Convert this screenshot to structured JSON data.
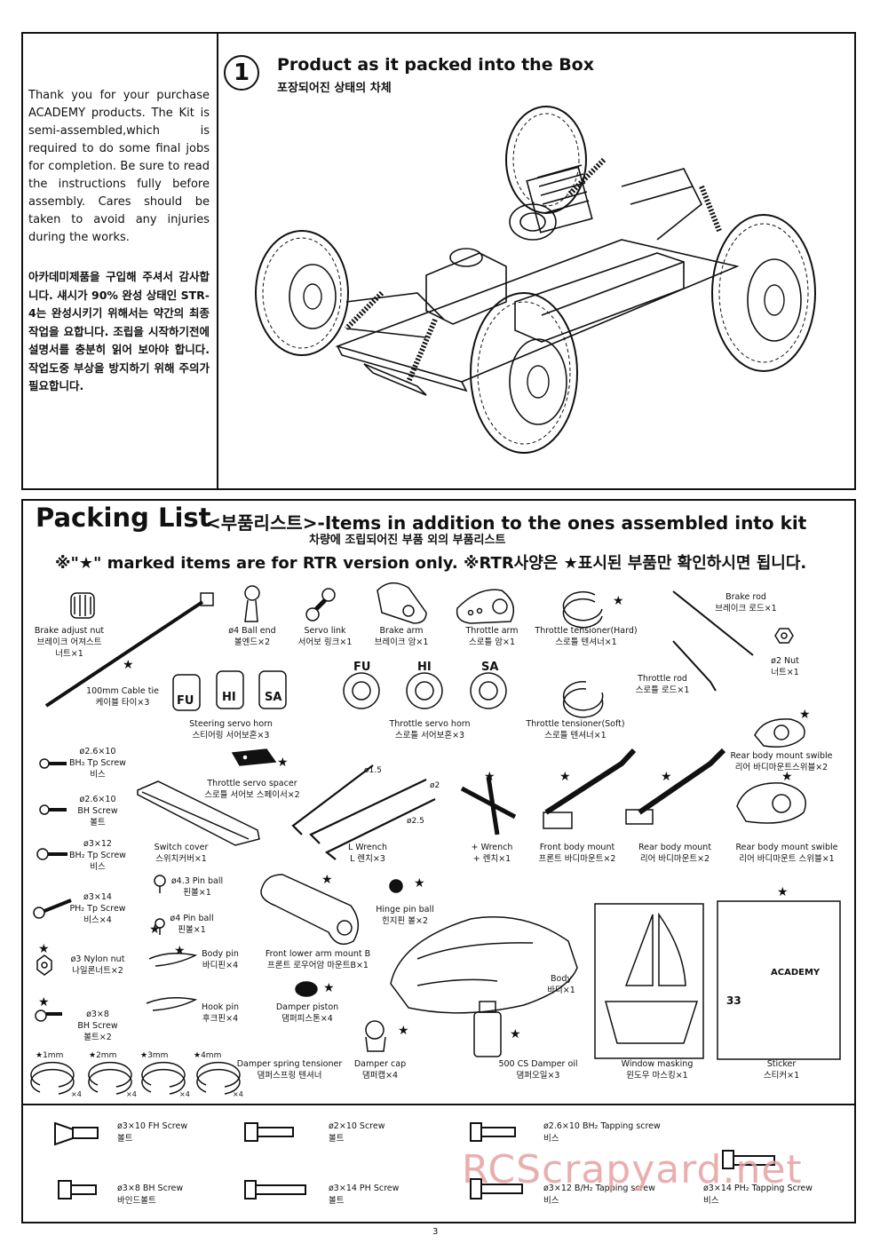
{
  "intro": {
    "en": "Thank you for your purchase ACADEMY products. The Kit is semi-assembled,which is required to do some final jobs for completion. Be sure to read the instructions fully before assembly. Cares should be taken to avoid any injuries during the works.",
    "ko": "아카데미제품을 구입해 주셔서 감사합니다. 섀시가 90% 완성 상태인 STR-4는 완성시키기 위해서는 약간의 최종작업을 요합니다. 조립을 시작하기전에 설명서를 충분히 읽어 보아야 합니다. 작업도중 부상을 방지하기 위해 주의가 필요합니다."
  },
  "step": {
    "number": "1",
    "title": "Product as it packed into the Box",
    "subtitle": "포장되어진 상태의 차체"
  },
  "packing": {
    "title": "Packing List",
    "subtitle": "<부품리스트>-Items in addition to the ones assembled into kit",
    "subtitle_ko": "차량에 조립되어진 부품 외의 부품리스트",
    "note": "※\"★\" marked items are for RTR version only. ※RTR사양은 ★표시된 부품만 확인하시면 됩니다."
  },
  "parts": [
    {
      "en": "Brake adjust nut",
      "ko": "브레이크 어져스트",
      "ko2": "너트×1"
    },
    {
      "en": "100mm Cable tie",
      "ko": "케이블 타이×3"
    },
    {
      "en": "ø4 Ball end",
      "ko": "볼엔드×2"
    },
    {
      "en": "Servo link",
      "ko": "서어보 링크×1"
    },
    {
      "en": "Brake arm",
      "ko": "브레이크 암×1"
    },
    {
      "en": "Throttle arm",
      "ko": "스로틀 암×1"
    },
    {
      "en": "Throttle tensioner(Hard)",
      "ko": "스로틀 텐셔너×1"
    },
    {
      "en": "Brake rod",
      "ko": "브레이크 로드×1"
    },
    {
      "en": "ø2 Nut",
      "ko": "너트×1"
    },
    {
      "en": "Throttle rod",
      "ko": "스로틀 로드×1"
    },
    {
      "en": "Steering servo horn",
      "ko": "스티어링 서어보혼×3"
    },
    {
      "en": "Throttle servo horn",
      "ko": "스로틀 서어보혼×3"
    },
    {
      "en": "Throttle tensioner(Soft)",
      "ko": "스로틀 텐셔너×1"
    },
    {
      "en": "Rear body mount swible",
      "ko": "리어 바디마운트스위블×2"
    },
    {
      "en": "ø2.6×10",
      "en2": "BH₂ Tp Screw",
      "ko": "비스"
    },
    {
      "en": "Throttle servo spacer",
      "ko": "스로틀 서어보 스페이서×2"
    },
    {
      "en": "ø2.6×10",
      "en2": "BH Screw",
      "ko": "볼트"
    },
    {
      "en": "ø3×12",
      "en2": "BH₂ Tp Screw",
      "ko": "비스"
    },
    {
      "en": "Switch cover",
      "ko": "스위치커버×1"
    },
    {
      "en": "L Wrench",
      "ko": "L 렌치×3"
    },
    {
      "en": "+ Wrench",
      "ko": "+ 렌치×1"
    },
    {
      "en": "Front body mount",
      "ko": "프론트 바디마운트×2"
    },
    {
      "en": "Rear body mount",
      "ko": "리어 바디마운트×2"
    },
    {
      "en": "Rear body mount swible",
      "ko": "리어 바디마운트 스위블×1"
    },
    {
      "en": "ø3×14",
      "en2": "PH₂ Tp Screw",
      "ko": "비스×4"
    },
    {
      "en": "ø4.3 Pin ball",
      "ko": "핀볼×1"
    },
    {
      "en": "ø4 Pin ball",
      "ko": "핀볼×1"
    },
    {
      "en": "Hinge pin ball",
      "ko": "힌지핀 볼×2"
    },
    {
      "en": "ø3 Nylon nut",
      "ko": "나일론너트×2"
    },
    {
      "en": "Body pin",
      "ko": "바디핀×4"
    },
    {
      "en": "Front lower arm mount B",
      "ko": "프론트 로우어암 마운트B×1"
    },
    {
      "en": "Body",
      "ko": "바디×1"
    },
    {
      "en": "ø3×8",
      "en2": "BH Screw",
      "ko": "볼트×2"
    },
    {
      "en": "Hook pin",
      "ko": "후크핀×4"
    },
    {
      "en": "Damper piston",
      "ko": "댐퍼피스톤×4"
    },
    {
      "en": "Damper spring tensioner",
      "ko": "댐퍼스프링 텐셔너"
    },
    {
      "en": "Damper cap",
      "ko": "댐퍼캡×4"
    },
    {
      "en": "500 CS Damper oil",
      "ko": "댐퍼오일×3"
    },
    {
      "en": "Window masking",
      "ko": "윈도우 마스킹×1"
    },
    {
      "en": "Sticker",
      "ko": "스티커×1"
    }
  ],
  "horn_codes": [
    "FU",
    "HI",
    "SA"
  ],
  "wrench_sizes": [
    "ø1.5",
    "ø2",
    "ø2.5"
  ],
  "spacer_sizes": [
    "1mm",
    "2mm",
    "3mm",
    "4mm"
  ],
  "spacer_qty": "×4",
  "sticker_text": "ACADEMY",
  "sticker_num": "33",
  "screws": [
    {
      "en": "ø3×10 FH Screw",
      "ko": "볼트"
    },
    {
      "en": "ø2×10  Screw",
      "ko": "볼트"
    },
    {
      "en": "ø2.6×10 BH₂ Tapping screw",
      "ko": "비스"
    },
    {
      "en": "ø3×8 BH Screw",
      "ko": "바인드볼트"
    },
    {
      "en": "ø3×14 PH Screw",
      "ko": "볼트"
    },
    {
      "en": "ø3×12 B/H₂ Tapping screw",
      "ko": "비스"
    },
    {
      "en": "ø3×14 PH₂ Tapping Screw",
      "ko": "비스"
    }
  ],
  "page_number": "3",
  "watermark": "RCScrapyard.net"
}
